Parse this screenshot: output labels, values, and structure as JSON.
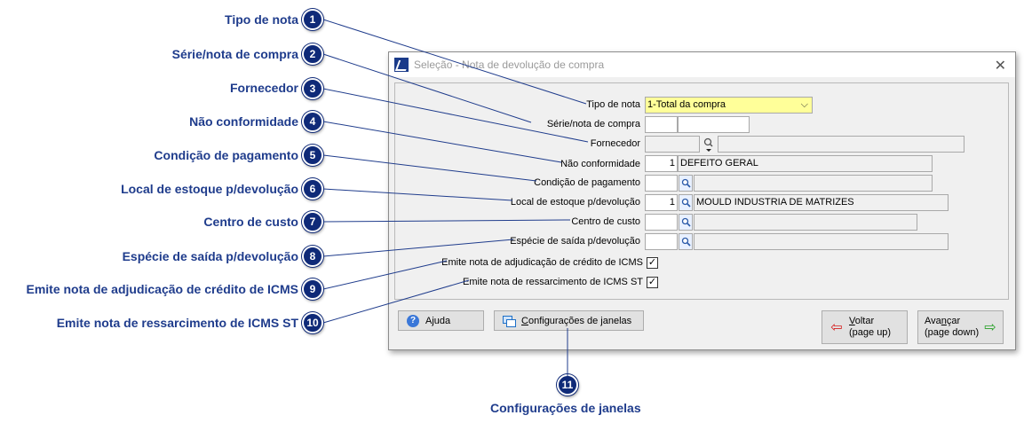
{
  "callouts": [
    {
      "n": "1",
      "label": "Tipo de nota"
    },
    {
      "n": "2",
      "label": "Série/nota de compra"
    },
    {
      "n": "3",
      "label": "Fornecedor"
    },
    {
      "n": "4",
      "label": "Não conformidade"
    },
    {
      "n": "5",
      "label": "Condição de pagamento"
    },
    {
      "n": "6",
      "label": "Local de estoque p/devolução"
    },
    {
      "n": "7",
      "label": "Centro de custo"
    },
    {
      "n": "8",
      "label": "Espécie de saída p/devolução"
    },
    {
      "n": "9",
      "label": "Emite nota de adjudicação de crédito de ICMS"
    },
    {
      "n": "10",
      "label": "Emite nota de ressarcimento de ICMS ST"
    },
    {
      "n": "11",
      "label": "Configurações de janelas"
    }
  ],
  "dialog": {
    "title": "Seleção - Nota de devolução de compra",
    "close": "✕",
    "fields": {
      "tipo_nota": {
        "label": "Tipo de nota",
        "value": "1-Total da compra"
      },
      "serie_nota": {
        "label": "Série/nota de compra",
        "serie": "",
        "nota": ""
      },
      "fornecedor": {
        "label": "Fornecedor",
        "code": "",
        "name": ""
      },
      "nao_conformidade": {
        "label": "Não conformidade",
        "code": "1",
        "name": "DEFEITO GERAL"
      },
      "condicao_pagamento": {
        "label": "Condição de pagamento",
        "code": "",
        "name": ""
      },
      "local_estoque": {
        "label": "Local de estoque p/devolução",
        "code": "1",
        "name": "MOULD INDUSTRIA DE MATRIZES"
      },
      "centro_custo": {
        "label": "Centro de custo",
        "code": "",
        "name": ""
      },
      "especie_saida": {
        "label": "Espécie de saída p/devolução",
        "code": "",
        "name": ""
      },
      "emite_adjudicacao": {
        "label": "Emite nota de adjudicação de crédito de ICMS",
        "checked": "✓"
      },
      "emite_ressarcimento": {
        "label": "Emite nota de ressarcimento de ICMS ST",
        "checked": "✓"
      }
    },
    "buttons": {
      "ajuda_pre": "A",
      "ajuda_u": "j",
      "ajuda_post": "uda",
      "config_u": "C",
      "config_post": "onfigurações de janelas",
      "voltar_u": "V",
      "voltar_post": "oltar",
      "voltar_sub": "(page up)",
      "avancar_pre": "Ava",
      "avancar_u": "n",
      "avancar_post": "çar",
      "avancar_sub": "(page down)"
    }
  }
}
